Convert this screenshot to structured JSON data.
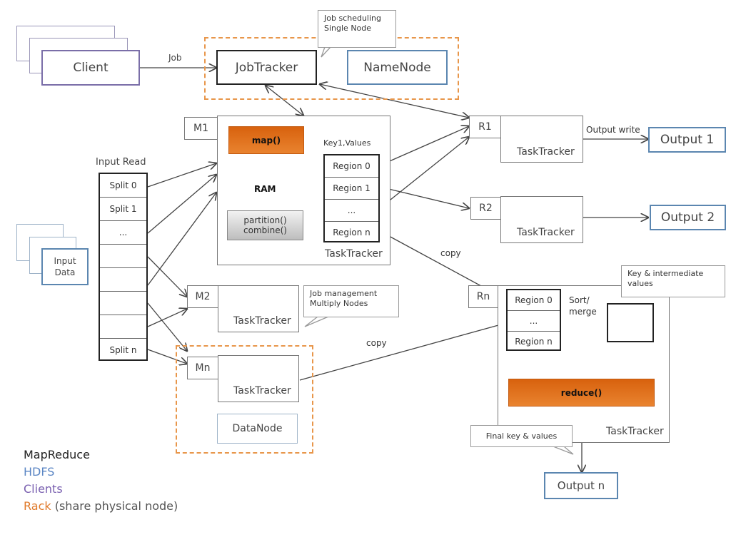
{
  "client": {
    "label": "Client",
    "edge_label": "Job"
  },
  "jobtracker": {
    "label": "JobTracker"
  },
  "namenode": {
    "label": "NameNode"
  },
  "callouts": {
    "job_scheduling": [
      "Job scheduling",
      "Single Node"
    ],
    "job_management": [
      "Job management",
      "Multiply Nodes"
    ],
    "key_intermediate": [
      "Key & intermediate",
      "values"
    ],
    "final_key": "Final key & values"
  },
  "input": {
    "data_label": [
      "Input",
      "Data"
    ],
    "read_label": "Input Read",
    "splits": [
      "Split 0",
      "Split 1",
      "...",
      "",
      "",
      "",
      "",
      "Split n"
    ]
  },
  "mappers": {
    "m1": {
      "id": "M1",
      "tracker": "TaskTracker",
      "map": "map()",
      "ram": "RAM",
      "partition": [
        "partition()",
        "combine()"
      ],
      "key_values": "Key1,Values",
      "regions": [
        "Region 0",
        "Region 1",
        "...",
        "Region n"
      ]
    },
    "m2": {
      "id": "M2",
      "tracker": "TaskTracker"
    },
    "mn": {
      "id": "Mn",
      "tracker": "TaskTracker",
      "datanode": "DataNode"
    }
  },
  "reducers": {
    "r1": {
      "id": "R1",
      "tracker": "TaskTracker",
      "edge_label": "Output write",
      "output": "Output 1"
    },
    "r2": {
      "id": "R2",
      "tracker": "TaskTracker",
      "output": "Output 2"
    },
    "rn": {
      "id": "Rn",
      "tracker": "TaskTracker",
      "regions": [
        "Region 0",
        "...",
        "Region n"
      ],
      "sort_merge": [
        "Sort/",
        "merge"
      ],
      "reduce": "reduce()",
      "output": "Output n"
    }
  },
  "edge_labels": {
    "copy_top": "copy",
    "copy_bottom": "copy"
  },
  "legend": [
    {
      "label": "MapReduce",
      "color": "#222222"
    },
    {
      "label": "HDFS",
      "color": "#5b86c4"
    },
    {
      "label": "Clients",
      "color": "#7a60b0"
    },
    {
      "label": "Rack",
      "suffix": " (share physical node)",
      "color": "#e07a2a",
      "suffix_color": "#555555"
    }
  ]
}
